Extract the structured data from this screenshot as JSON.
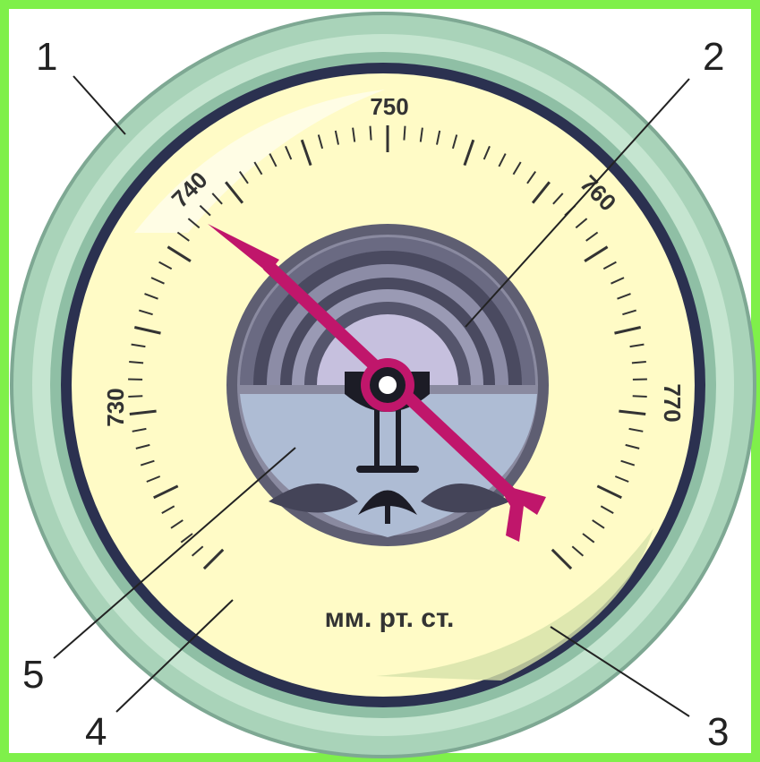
{
  "diagram": {
    "unit_label": "мм. рт. ст.",
    "scale_labels": [
      "730",
      "740",
      "750",
      "760",
      "770"
    ],
    "callouts": [
      "1",
      "2",
      "3",
      "4",
      "5"
    ],
    "needle_reading": 740,
    "colors": {
      "frame_green": "#7ff04a",
      "bezel": "#a9d3b9",
      "bezel_dark": "#2b3150",
      "dial": "#fffbc6",
      "needle": "#c0166b",
      "capsule_outer": "#6c6c80",
      "capsule_inner": "#b8c0d8",
      "ticks": "#333333"
    }
  }
}
